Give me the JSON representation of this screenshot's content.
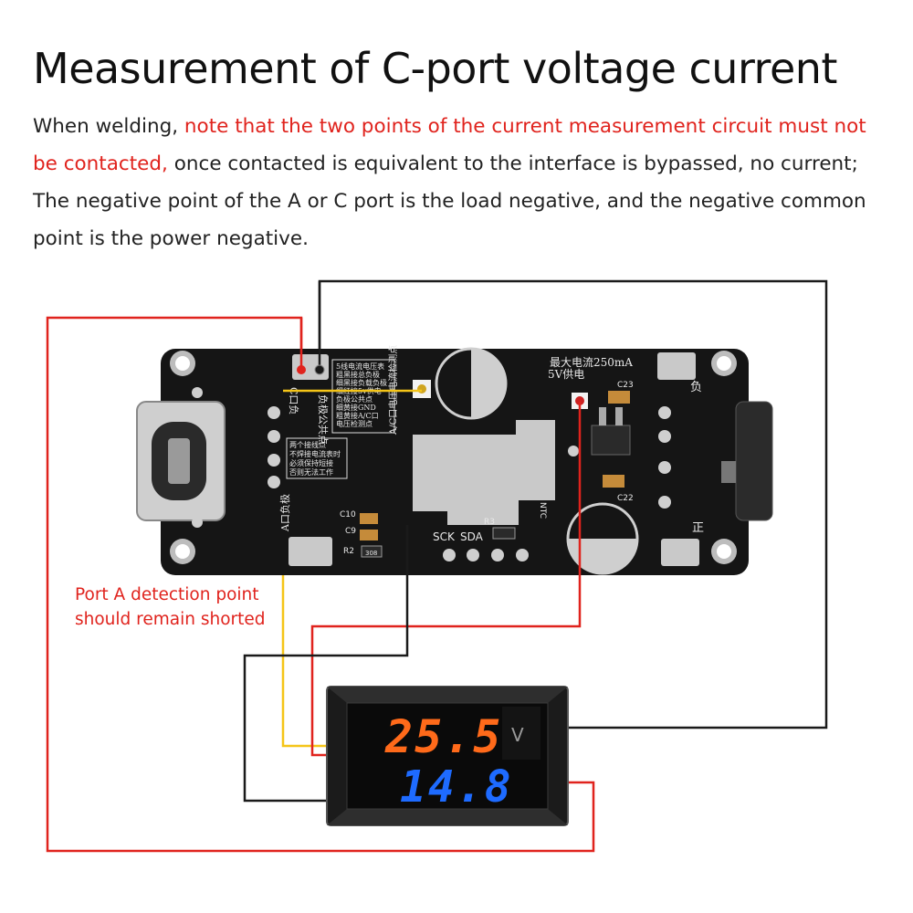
{
  "title": "Measurement of C-port voltage current",
  "description": {
    "line1_prefix": "When welding, ",
    "line1_red": "note that the two points of the current measurement circuit must not",
    "line2_red": "be contacted,",
    "line2_rest": " once contacted is equivalent to the interface is bypassed, no current;",
    "line3": "The negative point of the A or C port is the load negative, and the negative common",
    "line4": "point is the power negative."
  },
  "note": {
    "line1": "Port A detection point",
    "line2": "should remain shorted"
  },
  "board": {
    "label_max_current": "最大电流250mA",
    "label_5v": "5V供电",
    "label_neg": "负",
    "label_pos": "正",
    "label_c_neg": "C口负",
    "label_a_neg": "A口负极",
    "label_common": "负极公共点",
    "label_measure": "A/C口电压电流检测点",
    "label_sck": "SCK",
    "label_sda": "SDA",
    "label_ntc": "NTC",
    "label_c23": "C23",
    "label_c22": "C22",
    "label_c10": "C10",
    "label_c9": "C9",
    "label_r2": "R2",
    "label_r3": "R3",
    "label_308": "308",
    "notes_block": [
      "5线电流电压表",
      "粗黑接总负极",
      "细黑接负载负极",
      "细红接5v供电",
      "负极公共点",
      "细黄接GND",
      "粗黄接A/C口",
      "电压检测点"
    ],
    "notes_block2": [
      "两个接线点",
      "不焊接电流表时",
      "必须保持短接",
      "否则无法工作"
    ]
  },
  "meter": {
    "top_reading": "25.5",
    "bottom_reading": "14.8",
    "unit": "V",
    "top_color": "#ff6a1a",
    "bottom_color": "#1e6bff"
  },
  "colors": {
    "red_wire": "#e0231d",
    "black_wire": "#1a1a1a",
    "yellow_wire": "#f5c518",
    "board": "#151515"
  }
}
